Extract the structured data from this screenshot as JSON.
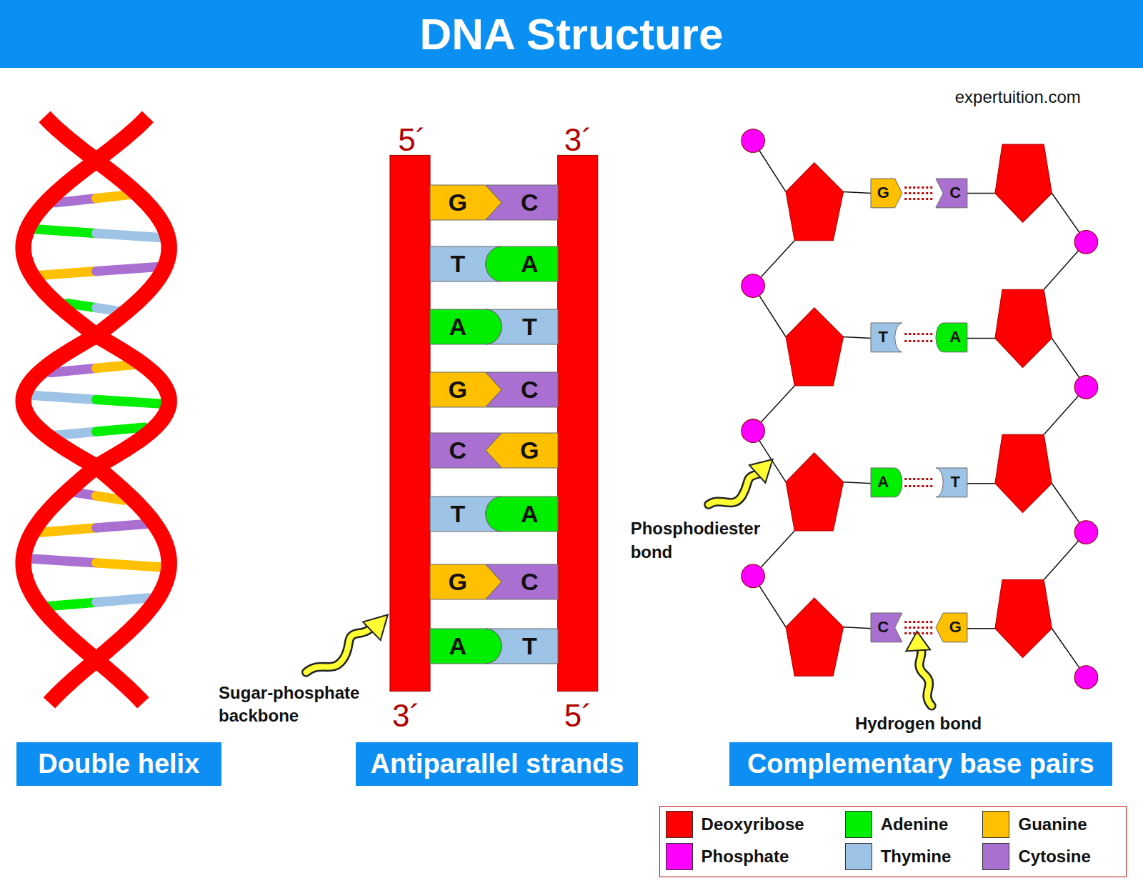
{
  "diagram": {
    "title": "DNA Structure",
    "nodes": [
      {
        "text": [
          "G"
        ]
      },
      {
        "text": [
          "C"
        ]
      },
      {
        "text": [
          "T"
        ]
      },
      {
        "text": [
          "A"
        ]
      },
      {
        "text": [
          "A"
        ]
      },
      {
        "text": [
          "T"
        ]
      },
      {
        "text": [
          "G"
        ]
      },
      {
        "text": [
          "C"
        ]
      },
      {
        "text": [
          "C"
        ]
      },
      {
        "text": [
          "G"
        ]
      },
      {
        "text": [
          "T"
        ]
      },
      {
        "text": [
          "A"
        ]
      },
      {
        "text": [
          "G"
        ]
      },
      {
        "text": [
          "C"
        ]
      },
      {
        "text": [
          "A"
        ]
      },
      {
        "text": [
          "T"
        ]
      },
      {
        "text": [
          "G"
        ]
      },
      {
        "text": [
          "C"
        ]
      },
      {
        "text": [
          "T"
        ]
      },
      {
        "text": [
          "A"
        ]
      },
      {
        "text": [
          "A"
        ]
      },
      {
        "text": [
          "T"
        ]
      },
      {
        "text": [
          "C"
        ]
      },
      {
        "text": [
          "G"
        ]
      },
      {
        "text": [
          "Double helix"
        ]
      },
      {
        "text": [
          "Antiparallel strands"
        ]
      },
      {
        "text": [
          "Complementary base pairs"
        ]
      }
    ],
    "edges": [
      {
        "from": 16,
        "to": 17,
        "arrow": "none"
      },
      {
        "from": 18,
        "to": 19,
        "arrow": "none"
      },
      {
        "from": 20,
        "to": 21,
        "arrow": "none"
      },
      {
        "from": 22,
        "to": 23,
        "arrow": "none"
      }
    ],
    "labels": [
      "expertuition.com",
      "5´",
      "3´",
      "3´",
      "5´",
      "Sugar-phosphate backbone",
      "Phosphodiester bond",
      "Hydrogen bond"
    ],
    "legend": [
      {
        "text": "Deoxyribose",
        "color": "#ff0000"
      },
      {
        "text": "Phosphate",
        "color": "#ff00ff"
      },
      {
        "text": "Adenine",
        "color": "#00ee00"
      },
      {
        "text": "Thymine",
        "color": "#9dc3e6"
      },
      {
        "text": "Guanine",
        "color": "#ffc000"
      },
      {
        "text": "Cytosine",
        "color": "#a970d2"
      }
    ]
  }
}
